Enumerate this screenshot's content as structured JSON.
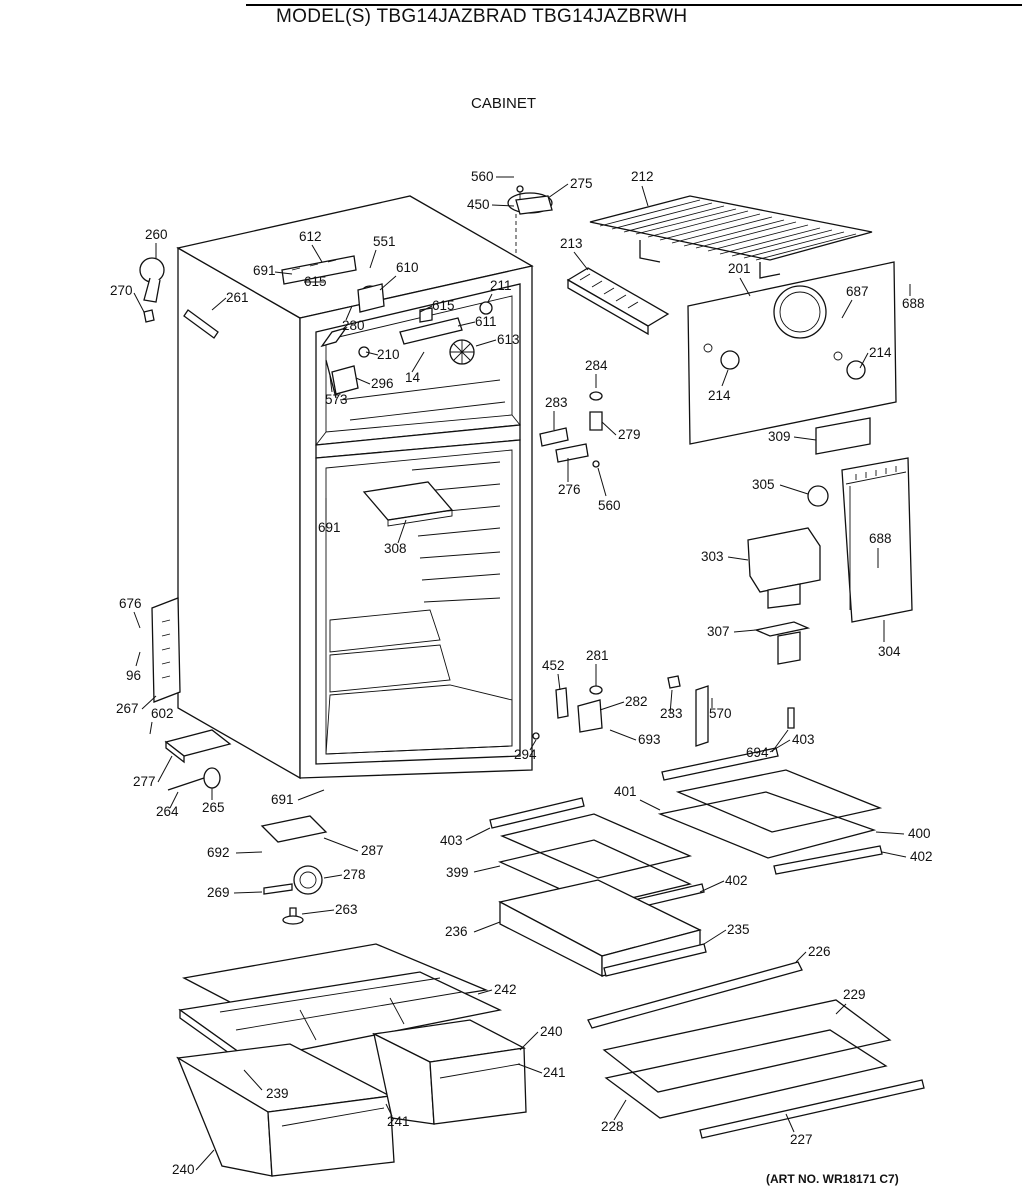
{
  "header": {
    "model_title": "MODEL(S) TBG14JAZBRAD  TBG14JAZBRWH",
    "section_title": "CABINET"
  },
  "footer": {
    "art_number": "(ART NO. WR18171 C7)"
  },
  "callouts": [
    "560",
    "275",
    "212",
    "450",
    "213",
    "201",
    "260",
    "612",
    "551",
    "691",
    "610",
    "615",
    "211",
    "270",
    "261",
    "687",
    "688",
    "615",
    "611",
    "280",
    "613",
    "214",
    "210",
    "14",
    "296",
    "284",
    "214",
    "573",
    "283",
    "279",
    "309",
    "276",
    "560",
    "305",
    "691",
    "688",
    "308",
    "303",
    "676",
    "307",
    "304",
    "96",
    "452",
    "281",
    "267",
    "602",
    "282",
    "233",
    "570",
    "694",
    "403",
    "693",
    "294",
    "277",
    "691",
    "401",
    "264",
    "265",
    "400",
    "403",
    "692",
    "287",
    "402",
    "399",
    "269",
    "278",
    "402",
    "263",
    "236",
    "235",
    "226",
    "242",
    "229",
    "240",
    "241",
    "239",
    "241",
    "228",
    "227",
    "240"
  ]
}
